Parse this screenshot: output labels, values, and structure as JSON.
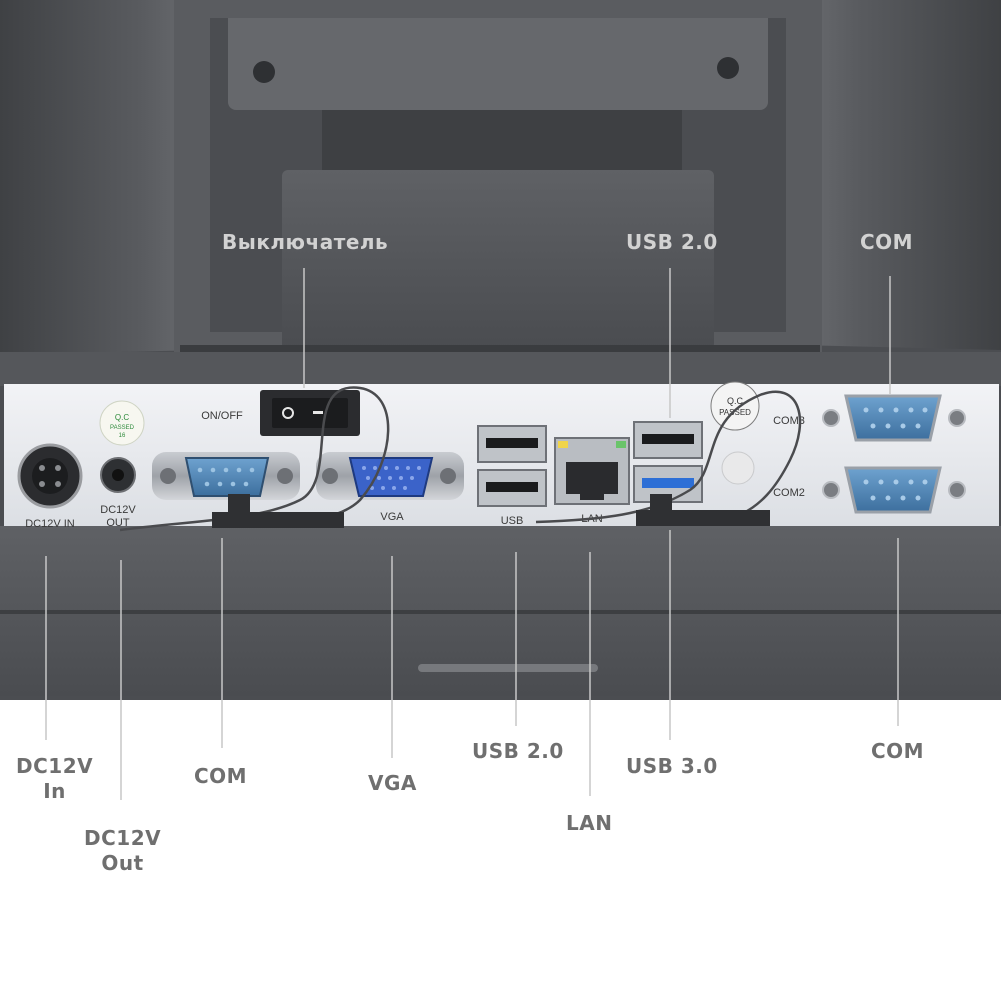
{
  "top_labels": {
    "switch": "Выключатель",
    "usb_top": "USB 2.0",
    "com_top": "COM"
  },
  "bottom_labels": {
    "dc_in_line1": "DC12V",
    "dc_in_line2": "In",
    "dc_out_line1": "DC12V",
    "dc_out_line2": "Out",
    "com_left": "COM",
    "vga": "VGA",
    "usb_bottom": "USB 2.0",
    "lan": "LAN",
    "usb3": "USB 3.0",
    "com_right": "COM"
  },
  "panel_print": {
    "dc_in": "DC12V IN",
    "dc_out_1": "DC12V",
    "dc_out_2": "OUT",
    "on_off": "ON/OFF",
    "vga": "VGA",
    "usb": "USB",
    "lan": "LAN",
    "com3": "COM3",
    "com2": "COM2",
    "qc_sticker_1": "Q.C",
    "qc_sticker_2": "PASSED",
    "qc_sticker_3": "16",
    "qc_sticker_right_1": "Q.C",
    "qc_sticker_right_2": "PASSED"
  },
  "colors": {
    "housing": "#56585c",
    "panel": "#e6e8ec",
    "vga_blue": "#3b63c9",
    "com_blue": "#4f88b8",
    "usb3_blue": "#2d6fd6",
    "label_gray": "#6f6f6f",
    "label_light": "#d2d2d2",
    "leader_line": "#c7c7c7"
  }
}
